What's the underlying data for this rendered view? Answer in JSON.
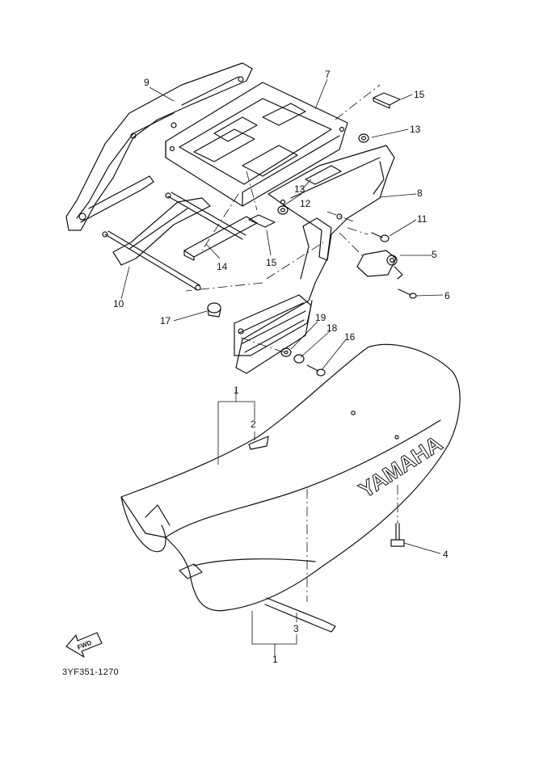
{
  "diagram": {
    "part_code": "3YF351-1270",
    "fwd_label": "FWD",
    "seat_logo": "YAMAHA",
    "callouts": {
      "c1a": "1",
      "c1b": "1",
      "c2": "2",
      "c3": "3",
      "c4": "4",
      "c5": "5",
      "c6": "6",
      "c7": "7",
      "c8": "8",
      "c9": "9",
      "c10": "10",
      "c11": "11",
      "c12": "12",
      "c13a": "13",
      "c13b": "13",
      "c14": "14",
      "c15a": "15",
      "c15b": "15",
      "c16": "16",
      "c17": "17",
      "c18": "18",
      "c19": "19"
    }
  }
}
